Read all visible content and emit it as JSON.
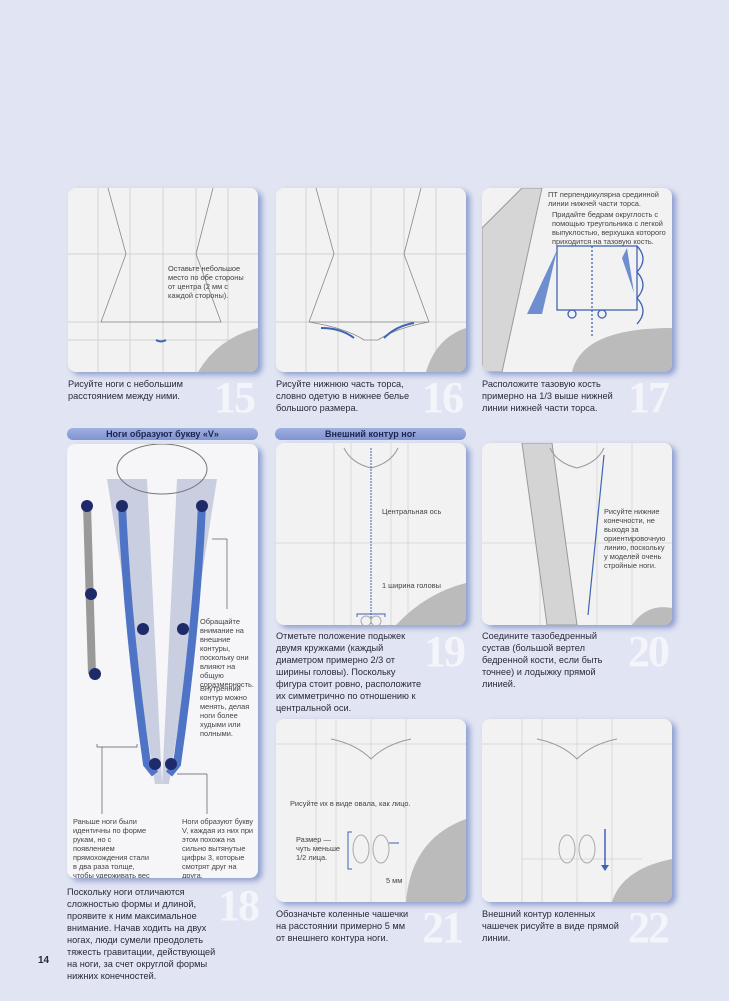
{
  "page_number": "14",
  "steps": [
    {
      "number": "15",
      "caption": "Рисуйте ноги с небольшим расстоянием между ними.",
      "notes": [
        "Оставьте небольшое место по обе стороны от центра (2 мм с каждой стороны)."
      ]
    },
    {
      "number": "16",
      "caption": "Рисуйте нижнюю часть торса, словно одетую в нижнее белье большого размера.",
      "notes": []
    },
    {
      "number": "17",
      "caption": "Расположите тазовую кость примерно на 1/3 выше нижней линии нижней части торса.",
      "notes": [
        "ПТ перпендикулярна срединной линии нижней части торса.",
        "Придайте бедрам округлость с помощью треугольника с легкой выпуклостью, верхушка которого приходится на тазовую кость."
      ]
    },
    {
      "number": "19",
      "caption": "Отметьте положение подыжек двумя кружками (каждый диаметром примерно 2/3 от ширины головы). Поскольку фигура стоит ровно, расположите их симметрично по отношению к центральной оси.",
      "notes": [
        "Центральная ось",
        "1 ширина головы"
      ]
    },
    {
      "number": "20",
      "caption": "Соедините тазобедренный сустав (большой вертел бедренной кости, если быть точнее) и лодыжку прямой линией.",
      "notes": [
        "Рисуйте нижние конечности, не выходя за ориентировочную линию, поскольку у моделей очень стройные ноги."
      ]
    },
    {
      "number": "21",
      "caption": "Обозначьте коленные чашечки на расстоянии примерно 5 мм от внешнего контура ноги.",
      "notes": [
        "Рисуйте их в виде овала, как лицо.",
        "Размер — чуть меньше 1/2 лица.",
        "5 мм"
      ]
    },
    {
      "number": "22",
      "caption": "Внешний контур коленных чашечек рисуйте в виде прямой линии.",
      "notes": []
    }
  ],
  "sections": {
    "v_shape": {
      "title": "Ноги образуют букву «V»",
      "notes": [
        "Обращайте внимание на внешние контуры, поскольку они влияют на общую соразмерность.",
        "Внутренний контур можно менять, делая ноги более худыми или полными.",
        "Раньше ноги были идентичны по форме рукам, но с появлением прямохождения стали в два раза толще, чтобы удерживать вес тела.",
        "Ноги образуют букву V, каждая из них при этом похожа на сильно вытянутые цифры 3, которые смотрят друг на друга."
      ],
      "caption": "Поскольку ноги отличаются сложностью формы и длиной, проявите к ним максимальное внимание. Начав ходить на двух ногах, люди сумели преодолеть тяжесть гравитации, действующей на ноги, за счет округлой формы нижних конечностей."
    },
    "outer_contour": {
      "title": "Внешний контур ног"
    }
  },
  "colors": {
    "background": "#e1e4f2",
    "accent": "#3f64b5",
    "header": "#8c9fd8"
  }
}
